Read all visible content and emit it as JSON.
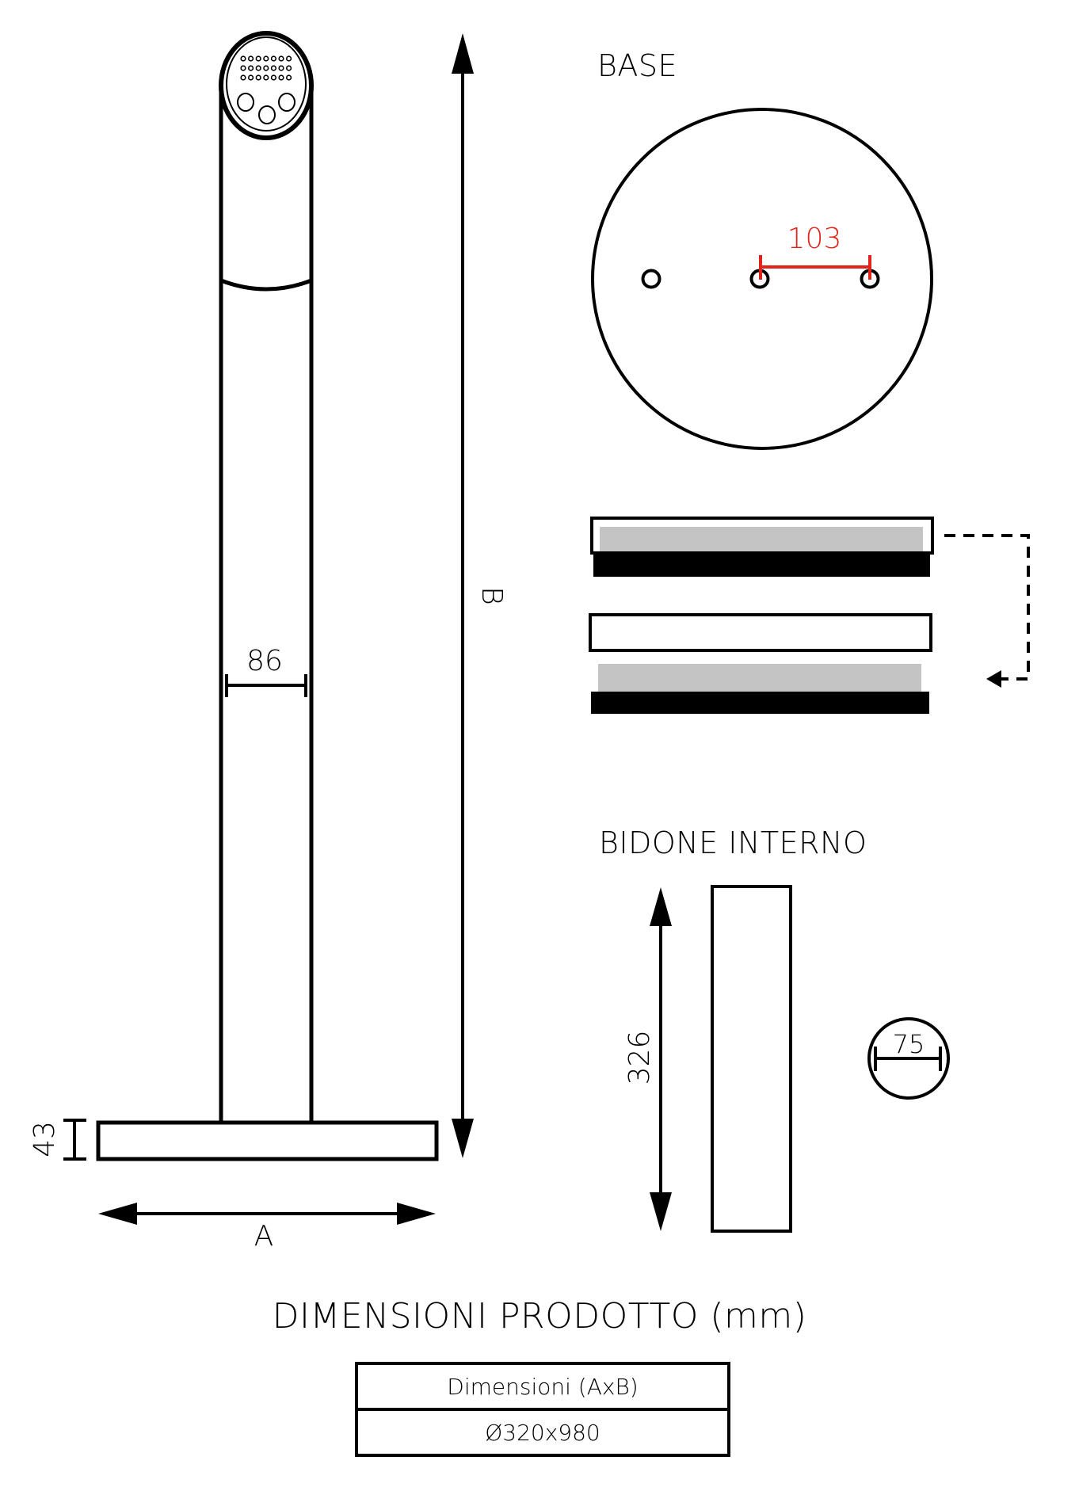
{
  "sections": {
    "base_title": "BASE",
    "inner_bin_title": "BIDONE INTERNO",
    "main_title": "DIMENSIONI PRODOTTO (mm)"
  },
  "dimensions": {
    "pole_diameter": "86",
    "base_height": "43",
    "overall_width_label": "A",
    "overall_height_label": "B",
    "base_hole_spacing": "103",
    "inner_bin_height": "326",
    "inner_bin_diameter": "75"
  },
  "spec_table": {
    "header": "Dimensioni (AxB)",
    "value": "Ø320x980"
  },
  "colors": {
    "line": "#000000",
    "accent_dimension": "#e2231a",
    "fill_gray": "#c4c4c4"
  }
}
